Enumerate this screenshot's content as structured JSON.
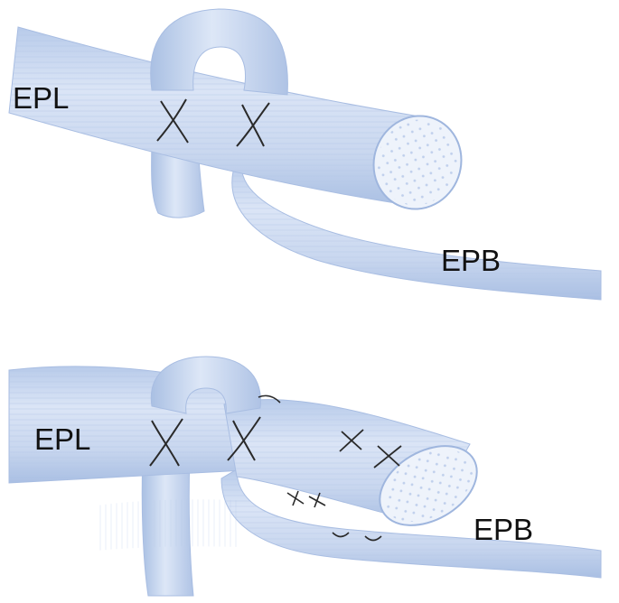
{
  "panels": [
    {
      "labels": {
        "upper": "EPL",
        "lower": "EPB"
      }
    },
    {
      "labels": {
        "upper": "EPL",
        "lower": "EPB"
      }
    }
  ],
  "colors": {
    "tendon_fill": "#c9d7ef",
    "tendon_dark": "#9fb6de",
    "tendon_light": "#e3ebf8",
    "cut_face": "#eef3fb",
    "suture": "#2a2a2a",
    "label": "#111111"
  }
}
